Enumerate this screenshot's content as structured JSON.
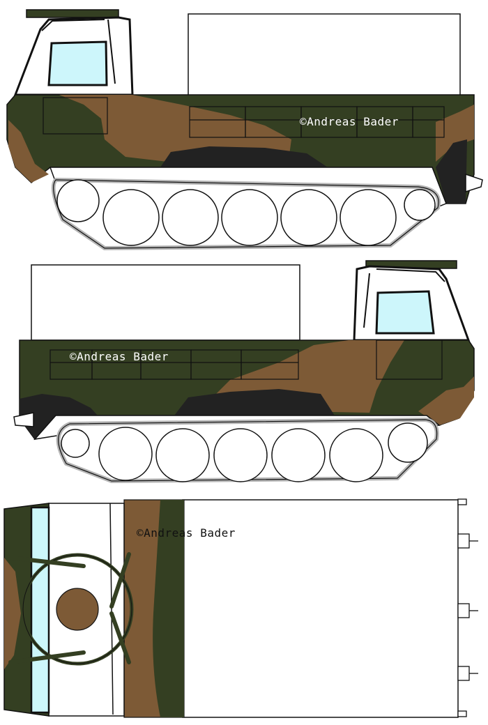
{
  "views": [
    {
      "name": "right-side-view",
      "watermark": "©Andreas Bader"
    },
    {
      "name": "left-side-view",
      "watermark": "©Andreas Bader"
    },
    {
      "name": "top-view",
      "watermark": "©Andreas Bader"
    }
  ],
  "colors": {
    "camo_green": "#343f22",
    "camo_brown": "#7d5a36",
    "camo_black": "#222222",
    "glass": "#cdf6fb",
    "outline": "#111111",
    "track_grey": "#b5b5b5"
  }
}
